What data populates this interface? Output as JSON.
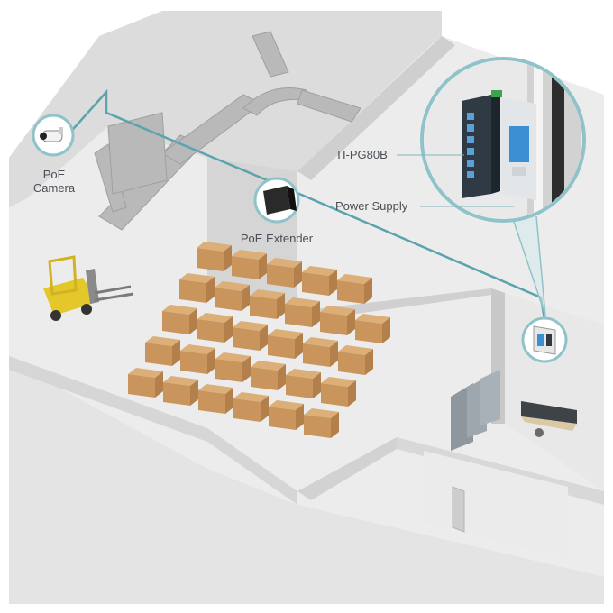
{
  "labels": {
    "camera_line1": "PoE",
    "camera_line2": "Camera",
    "extender": "PoE Extender",
    "switch_model": "TI-PG80B",
    "power_supply": "Power Supply"
  },
  "icons": {
    "camera": "poe-camera-icon",
    "extender": "poe-extender-icon",
    "switch": "industrial-switch-icon",
    "power": "power-supply-icon",
    "cabinet": "wall-cabinet-icon"
  },
  "colors": {
    "cable": "#5ba3ad",
    "callout_ring": "#8fc3c9",
    "box": "#c9955d",
    "forklift": "#e3c72b"
  }
}
